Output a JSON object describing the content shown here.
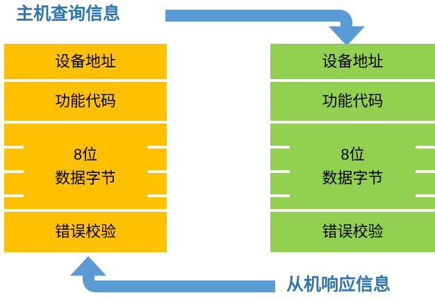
{
  "diagram": {
    "title_query": "主机查询信息",
    "title_response": "从机响应信息",
    "colors": {
      "master_block": "#FFC000",
      "slave_block": "#92D050",
      "arrow": "#5B9BD5",
      "label_text": "#2E74B5",
      "row_text": "#000000",
      "divider": "#FFFFFF"
    },
    "master_frame": {
      "name": "主机查询信息",
      "rows": [
        {
          "label": "设备地址"
        },
        {
          "label": "功能代码"
        },
        {
          "label_line1": "8位",
          "label_line2": "数据字节"
        },
        {
          "label": "错误校验"
        }
      ]
    },
    "slave_frame": {
      "name": "从机响应信息",
      "rows": [
        {
          "label": "设备地址"
        },
        {
          "label": "功能代码"
        },
        {
          "label_line1": "8位",
          "label_line2": "数据字节"
        },
        {
          "label": "错误校验"
        }
      ]
    },
    "arrows": [
      {
        "name": "query-arrow",
        "direction": "master-to-slave"
      },
      {
        "name": "response-arrow",
        "direction": "slave-to-master"
      }
    ]
  }
}
